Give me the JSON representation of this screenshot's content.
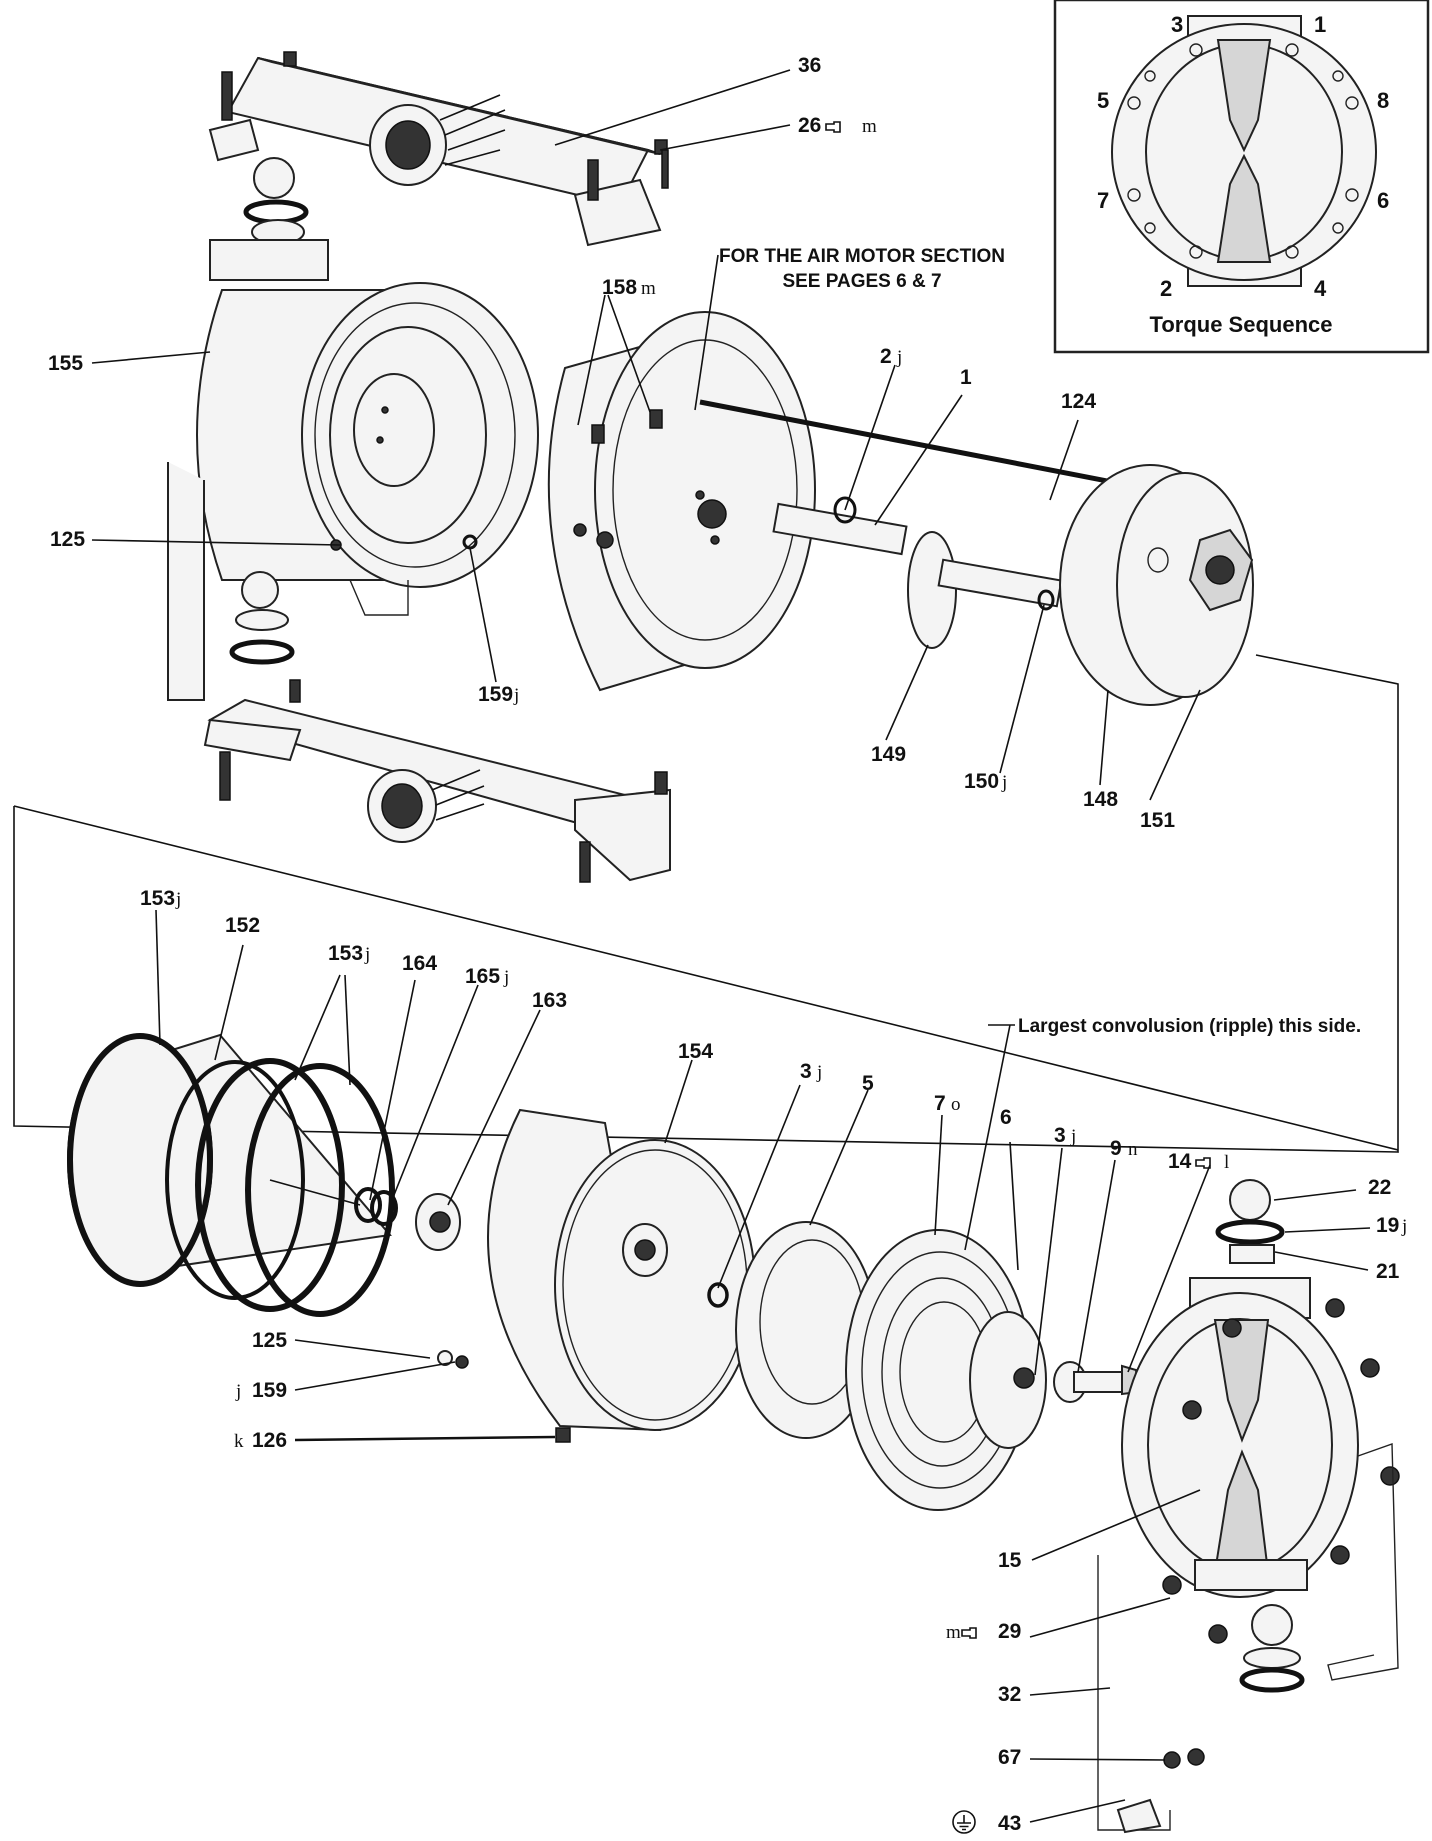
{
  "figure": {
    "notes": {
      "air_motor": [
        "FOR THE AIR MOTOR SECTION",
        "SEE PAGES 6 & 7"
      ],
      "convolution": "Largest convolusion (ripple) this side."
    },
    "torque_sequence": {
      "caption": "Torque Sequence",
      "numbers": [
        "1",
        "2",
        "3",
        "4",
        "5",
        "6",
        "7",
        "8"
      ]
    },
    "labels": {
      "p36": "36",
      "p26": "26",
      "p26_sup": "m",
      "p158": "158",
      "p158_sup": "m",
      "p155": "155",
      "p2": "2",
      "p2_sup": "j",
      "p1": "1",
      "p124": "124",
      "p125a": "125",
      "p159a": "159",
      "p159a_sup": "j",
      "p149": "149",
      "p150": "150",
      "p150_sup": "j",
      "p148": "148",
      "p151": "151",
      "p153a": "153",
      "p153a_sup": "j",
      "p152": "152",
      "p153b": "153",
      "p153b_sup": "j",
      "p164": "164",
      "p165": "165",
      "p165_sup": "j",
      "p163": "163",
      "p154": "154",
      "p3a": "3",
      "p3a_sup": "j",
      "p5": "5",
      "p7": "7",
      "p7_sup": "o",
      "p6": "6",
      "p3b": "3",
      "p3b_sup": "j",
      "p9": "9",
      "p9_sup": "n",
      "p14": "14",
      "p14_sup": "l",
      "p22": "22",
      "p19": "19",
      "p19_sup": "j",
      "p21": "21",
      "p125b": "125",
      "p159b": "159",
      "p159b_sup": "j",
      "p126": "126",
      "p126_sup": "k",
      "p15": "15",
      "p29": "29",
      "p29_sup": "m",
      "p32": "32",
      "p67": "67",
      "p43": "43"
    },
    "icons": [
      "hand-pointer-icon",
      "ground-symbol-icon"
    ]
  }
}
